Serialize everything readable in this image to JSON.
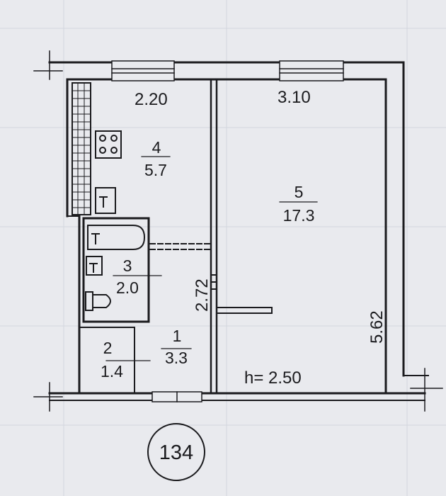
{
  "plan": {
    "rooms": [
      {
        "id": "1",
        "area": "3.3"
      },
      {
        "id": "2",
        "area": "1.4"
      },
      {
        "id": "3",
        "area": "2.0"
      },
      {
        "id": "4",
        "area": "5.7"
      },
      {
        "id": "5",
        "area": "17.3"
      }
    ],
    "dimensions": {
      "kitchen_width": "2.20",
      "room_width": "3.10",
      "corridor_length": "2.72",
      "room_length": "5.62"
    },
    "ceiling_height": "h= 2.50",
    "sheet_number": "134"
  },
  "colors": {
    "paper": "#e9eaee",
    "ink": "#1b1b1e",
    "grid": "#d3d6de"
  }
}
